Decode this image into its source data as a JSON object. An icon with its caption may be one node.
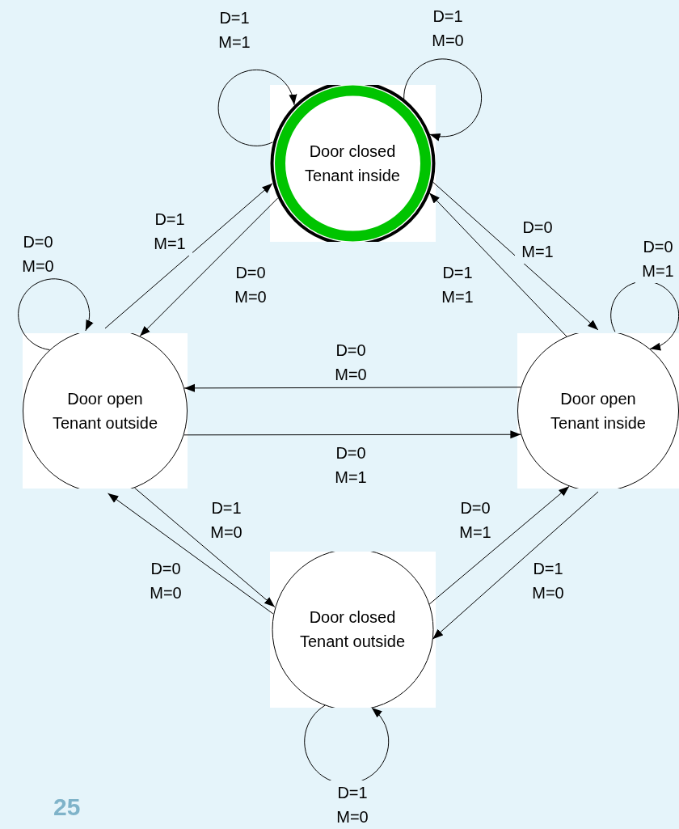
{
  "diagram": {
    "nodes": [
      {
        "text": [
          "Door closed Tenant inside"
        ]
      },
      {
        "text": [
          "Door open Tenant outside"
        ]
      },
      {
        "text": [
          "Door open Tenant inside"
        ]
      },
      {
        "text": [
          "Door closed Tenant outside"
        ]
      }
    ],
    "edges": [
      {
        "from": 0,
        "to": 0,
        "label": "D=1 M=1",
        "arrow": "to"
      },
      {
        "from": 0,
        "to": 0,
        "label": "D=1 M=0",
        "arrow": "to"
      },
      {
        "from": 1,
        "to": 0,
        "label": "D=1 M=1",
        "arrow": "to"
      },
      {
        "from": 0,
        "to": 1,
        "label": "D=0 M=0",
        "arrow": "to"
      },
      {
        "from": 0,
        "to": 2,
        "label": "D=0 M=1",
        "arrow": "to"
      },
      {
        "from": 2,
        "to": 0,
        "label": "D=1 M=1",
        "arrow": "to"
      },
      {
        "from": 1,
        "to": 1,
        "label": "D=0 M=0",
        "arrow": "to"
      },
      {
        "from": 2,
        "to": 2,
        "label": "D=0 M=1",
        "arrow": "to"
      },
      {
        "from": 2,
        "to": 1,
        "label": "D=0 M=0",
        "arrow": "to"
      },
      {
        "from": 1,
        "to": 2,
        "label": "D=0 M=1",
        "arrow": "to"
      },
      {
        "from": 1,
        "to": 3,
        "label": "D=1 M=0",
        "arrow": "to"
      },
      {
        "from": 3,
        "to": 2,
        "label": "D=0 M=1",
        "arrow": "to"
      },
      {
        "from": 3,
        "to": 1,
        "label": "D=0 M=0",
        "arrow": "to"
      },
      {
        "from": 2,
        "to": 3,
        "label": "D=1 M=0",
        "arrow": "to"
      },
      {
        "from": 3,
        "to": 3,
        "label": "D=1 M=0",
        "arrow": "to"
      }
    ],
    "labels": [
      "25"
    ]
  }
}
